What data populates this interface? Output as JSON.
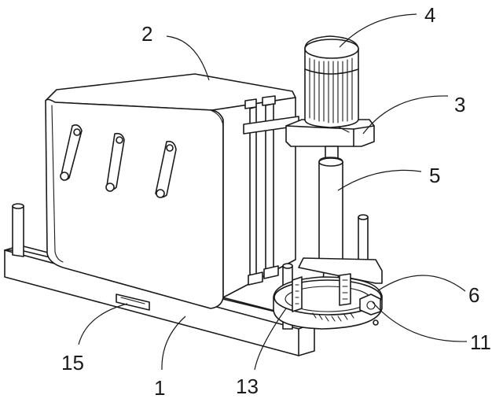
{
  "labels": {
    "l1": "1",
    "l2": "2",
    "l3": "3",
    "l4": "4",
    "l5": "5",
    "l6": "6",
    "l11": "11",
    "l13": "13",
    "l15": "15"
  }
}
